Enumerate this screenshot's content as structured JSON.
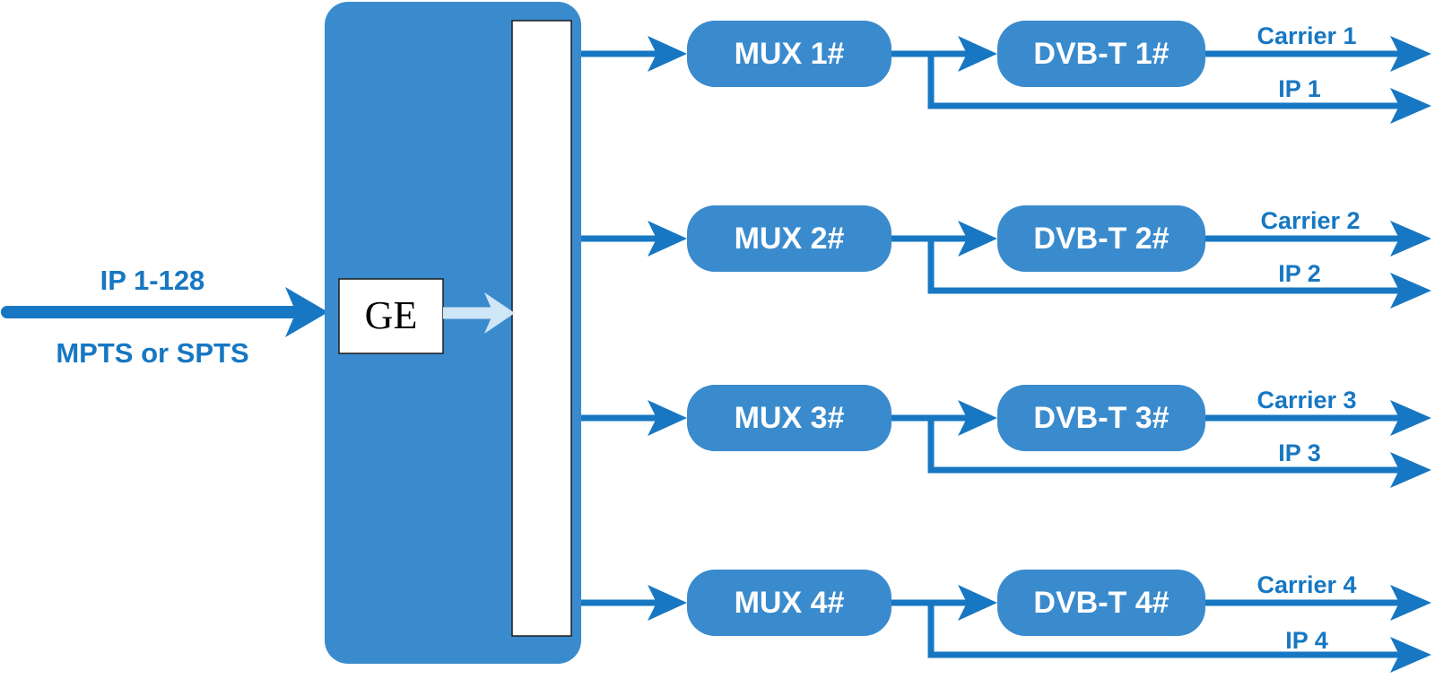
{
  "colors": {
    "primary": "#3a8bcd",
    "line": "#1777c2",
    "label": "#1777c2",
    "box_text": "#ffffff",
    "panel": "#ffffff",
    "ge_arrow": "#cfe6f6"
  },
  "input": {
    "label_top": "IP 1-128",
    "label_bottom": "MPTS or SPTS"
  },
  "ge": {
    "label": "GE"
  },
  "channels": [
    {
      "mux": "MUX 1#",
      "dvb": "DVB-T 1#",
      "carrier": "Carrier 1",
      "ip": "IP 1"
    },
    {
      "mux": "MUX 2#",
      "dvb": "DVB-T 2#",
      "carrier": "Carrier 2",
      "ip": "IP 2"
    },
    {
      "mux": "MUX 3#",
      "dvb": "DVB-T 3#",
      "carrier": "Carrier 3",
      "ip": "IP 3"
    },
    {
      "mux": "MUX 4#",
      "dvb": "DVB-T 4#",
      "carrier": "Carrier 4",
      "ip": "IP 4"
    }
  ]
}
